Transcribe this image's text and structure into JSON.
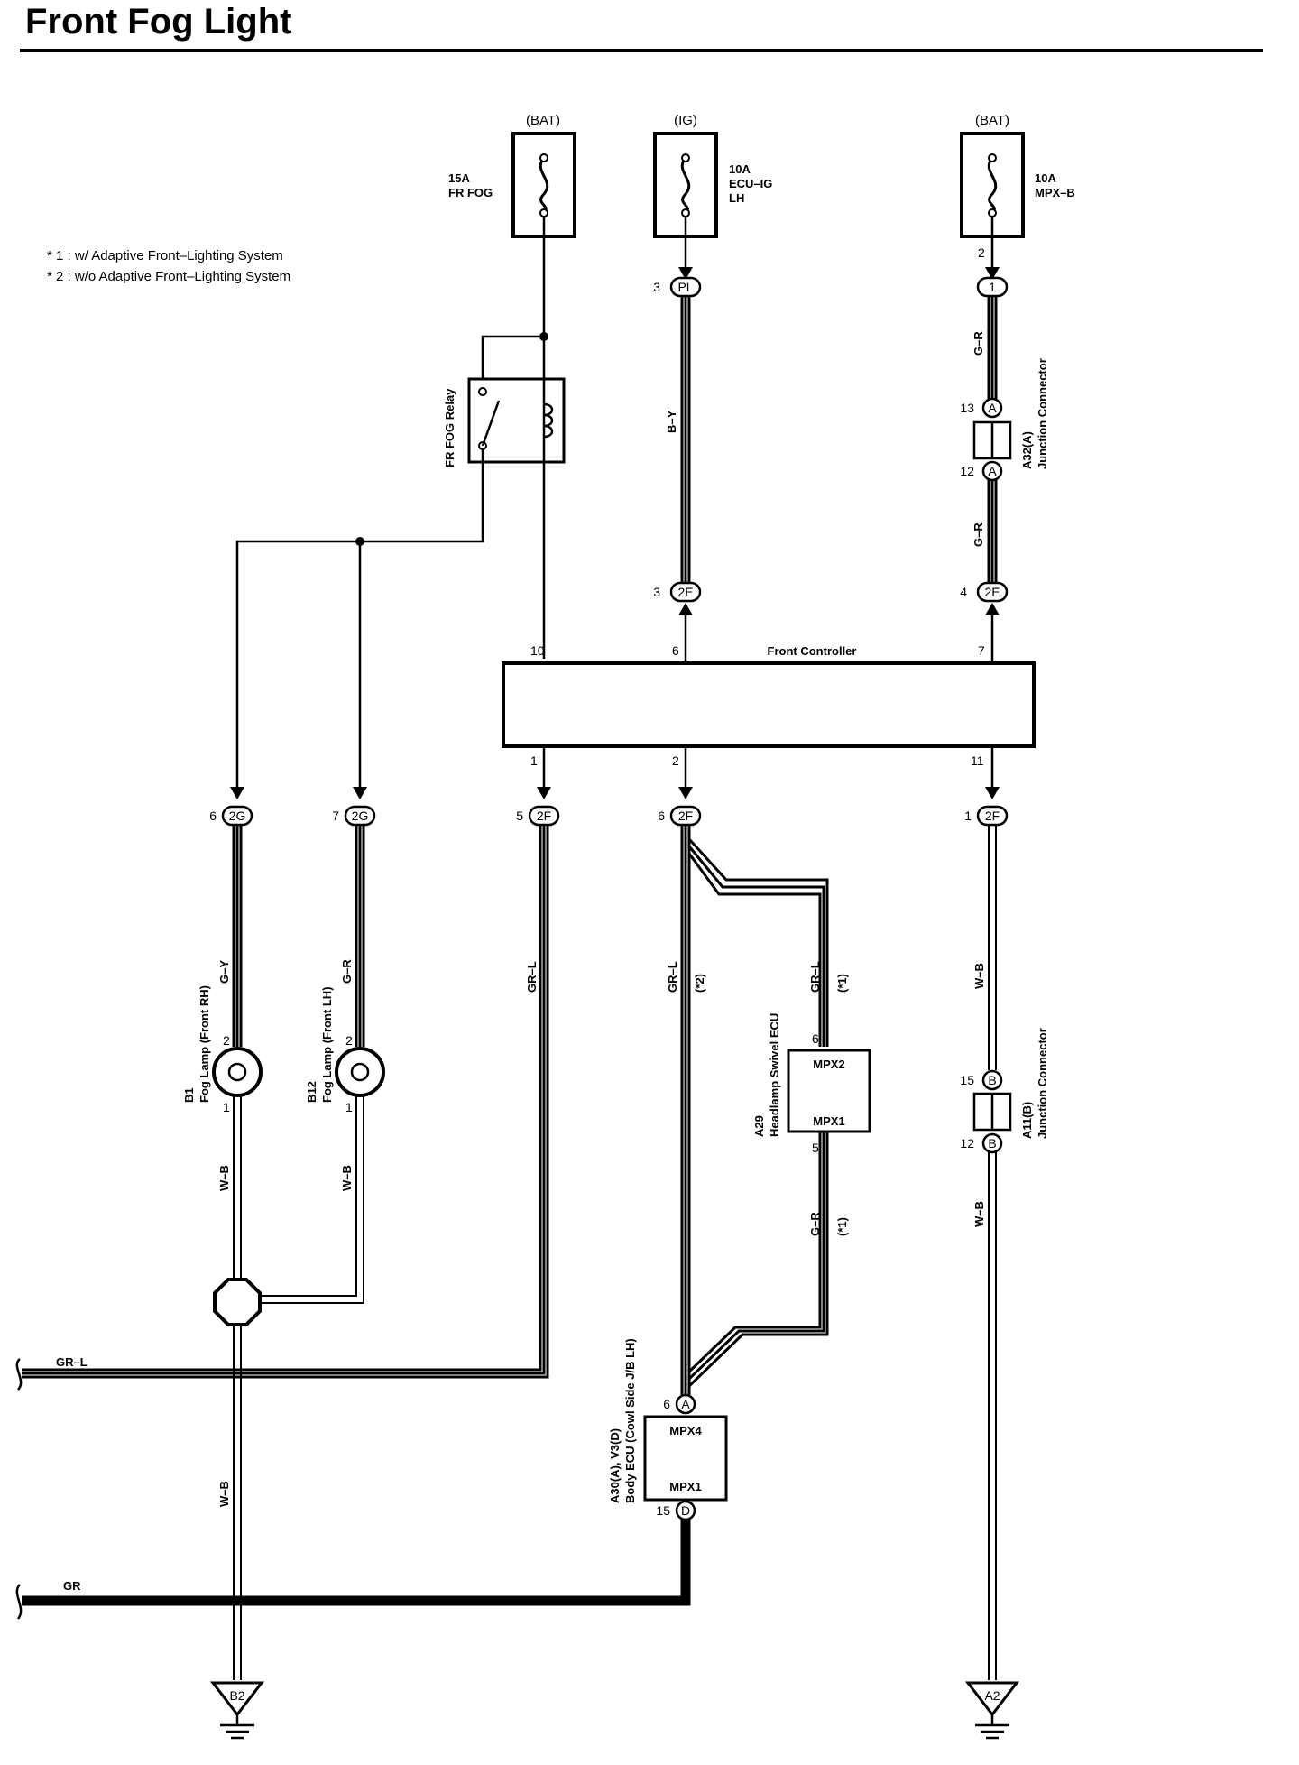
{
  "title": "Front Fog Light",
  "notes": {
    "n1": "* 1 : w/ Adaptive Front–Lighting System",
    "n2": "* 2 : w/o Adaptive Front–Lighting System"
  },
  "fuses": {
    "fr_fog": {
      "source": "(BAT)",
      "rating": "15A",
      "name": "FR FOG"
    },
    "ecu_ig": {
      "source": "(IG)",
      "rating": "10A",
      "name1": "ECU–IG",
      "name2": "LH"
    },
    "mpx_b": {
      "source": "(BAT)",
      "rating": "10A",
      "name": "MPX–B",
      "pin": "2"
    }
  },
  "relay": {
    "name": "FR FOG Relay"
  },
  "controller": {
    "name": "Front Controller",
    "pins": {
      "p10": "10",
      "p6": "6",
      "p7": "7",
      "p1": "1",
      "p2": "2",
      "p11": "11"
    }
  },
  "connectors": {
    "pl": {
      "code": "PL",
      "pin": "3"
    },
    "c1": {
      "code": "1"
    },
    "ja13": {
      "code": "A",
      "pin": "13"
    },
    "ja12": {
      "code": "A",
      "pin": "12"
    },
    "e3": {
      "code": "2E",
      "pin": "3"
    },
    "e4": {
      "code": "2E",
      "pin": "4"
    },
    "g6": {
      "code": "2G",
      "pin": "6"
    },
    "g7": {
      "code": "2G",
      "pin": "7"
    },
    "f5": {
      "code": "2F",
      "pin": "5"
    },
    "f6": {
      "code": "2F",
      "pin": "6"
    },
    "f1": {
      "code": "2F",
      "pin": "1"
    },
    "jb15": {
      "code": "B",
      "pin": "15"
    },
    "jb12": {
      "code": "B",
      "pin": "12"
    },
    "ba6": {
      "code": "A",
      "pin": "6"
    },
    "bd15": {
      "code": "D",
      "pin": "15"
    }
  },
  "junction_a": {
    "code": "A32(A)",
    "name": "Junction Connector"
  },
  "junction_b": {
    "code": "A11(B)",
    "name": "Junction Connector"
  },
  "fog_rh": {
    "code": "B1",
    "name": "Fog Lamp (Front RH)",
    "pin_top": "2",
    "pin_bot": "1"
  },
  "fog_lh": {
    "code": "B12",
    "name": "Fog Lamp (Front LH)",
    "pin_top": "2",
    "pin_bot": "1"
  },
  "swivel": {
    "code": "A29",
    "name": "Headlamp Swivel ECU",
    "t1": "MPX2",
    "t2": "MPX1",
    "pin_top": "6",
    "pin_bot": "5"
  },
  "body_ecu": {
    "code": "A30(A), V3(D)",
    "name": "Body ECU (Cowl Side J/B LH)",
    "t1": "MPX4",
    "t2": "MPX1"
  },
  "wires": {
    "by": "B–Y",
    "gr1": "G–R",
    "gr2": "G–R",
    "gy": "G–Y",
    "gr_lh": "G–R",
    "grl5": "GR–L",
    "grl6": "GR–L",
    "grl6_note": "(*2)",
    "grl_sw": "GR–L",
    "grl_sw_note": "(*1)",
    "gr_sw": "G–R",
    "gr_sw_note": "(*1)",
    "wb_rh": "W–B",
    "wb_lh": "W–B",
    "wb_low": "W–B",
    "wb_r1": "W–B",
    "wb_r2": "W–B",
    "grl_left": "GR–L",
    "gr_left": "GR"
  },
  "grounds": {
    "g1": "B2",
    "g2": "A2"
  }
}
